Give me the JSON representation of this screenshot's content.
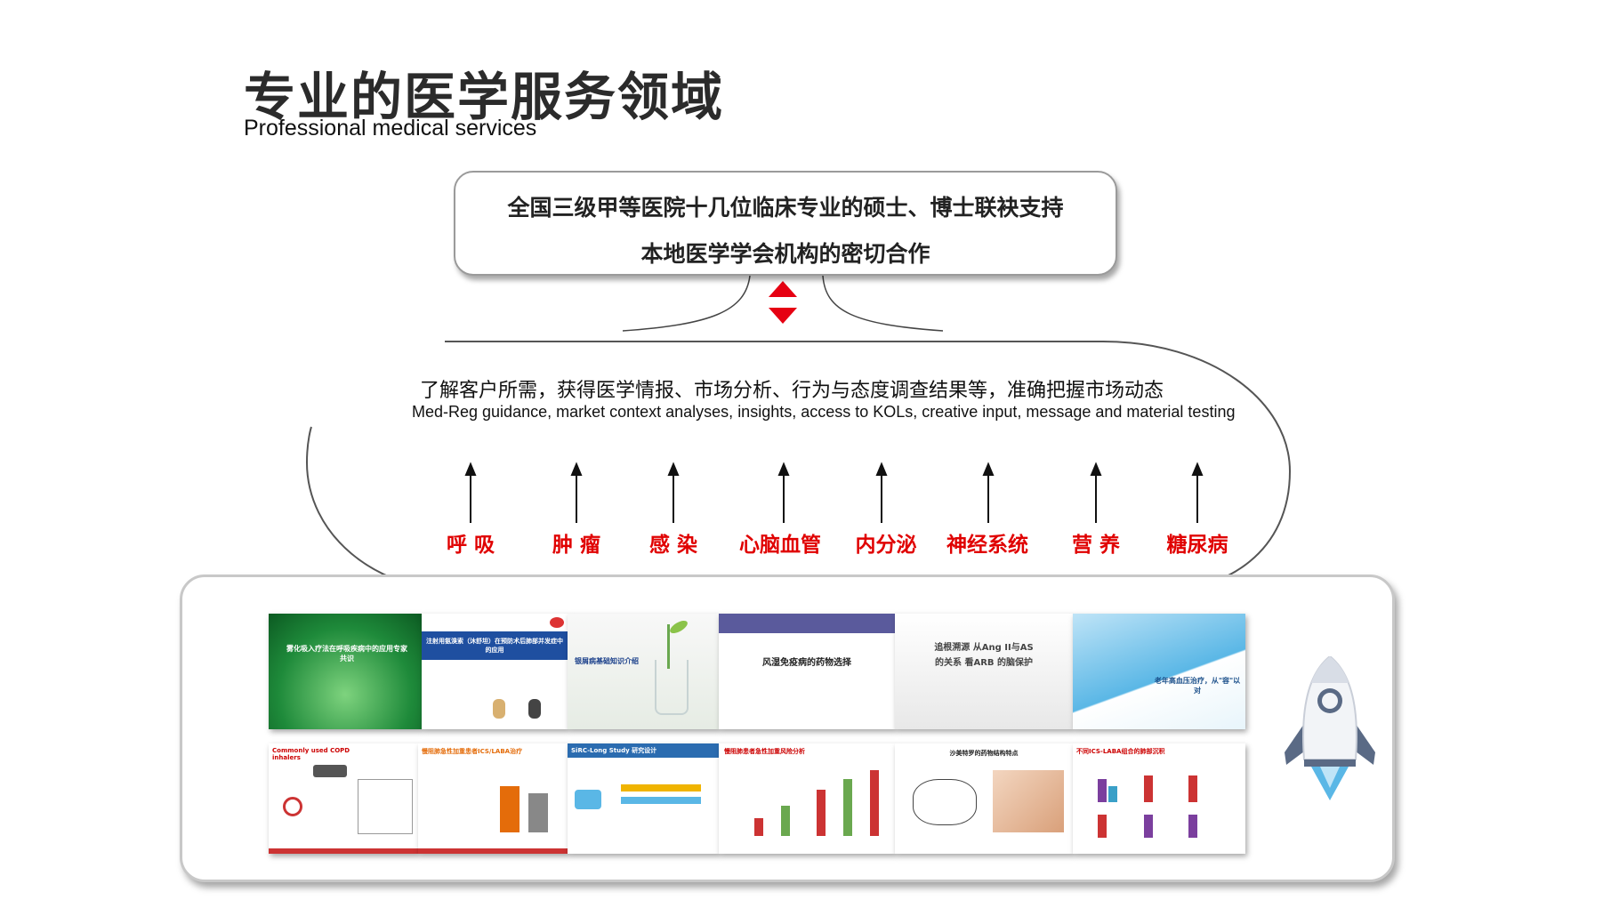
{
  "header": {
    "title": "专业的医学服务领域",
    "subtitle": "Professional medical services"
  },
  "top_box": {
    "line1": "全国三级甲等医院十几位临床专业的硕士、博士联袂支持",
    "line2": "本地医学学会机构的密切合作"
  },
  "cloud": {
    "line_cn": "了解客户所需，获得医学情报、市场分析、行为与态度调查结果等，准确把握市场动态",
    "line_en": "Med-Reg guidance, market context analyses, insights, access to KOLs,  creative input, message and material testing"
  },
  "categories": [
    "呼 吸",
    "肿 瘤",
    "感 染",
    "心脑血管",
    "内分泌",
    "神经系统",
    "营 养",
    "糖尿病"
  ],
  "thumbnails_top": [
    {
      "title": "雾化吸入疗法在呼吸疾病中的应用专家共识"
    },
    {
      "title": "注射用氨溴索（沐舒坦）在预防术后肺部并发症中的应用"
    },
    {
      "title": "银屑病基础知识介绍"
    },
    {
      "title": "风湿免疫病的药物选择"
    },
    {
      "title": "追根溯源 从Ang II与AS的关系 看ARB 的脑保护"
    },
    {
      "title": "老年高血压治疗，从\"容\"以对"
    }
  ],
  "thumbnails_bottom": [
    {
      "title": "Commonly used COPD inhalers"
    },
    {
      "title": "慢阻肺急性加重患者ICS/LABA治疗"
    },
    {
      "title": "SiRC-Long Study 研究设计"
    },
    {
      "title": "慢阻肺患者急性加重风险分析"
    },
    {
      "title": "沙美特罗的药物结构特点"
    },
    {
      "title": "不同ICS-LABA组合的肺部沉积"
    }
  ],
  "colors": {
    "accent_red": "#e00000",
    "title": "#2b2b2b",
    "border": "#9a9a9a"
  },
  "icons": {
    "connector": "red-double-arrow-icon",
    "mascot": "rocket-icon"
  }
}
